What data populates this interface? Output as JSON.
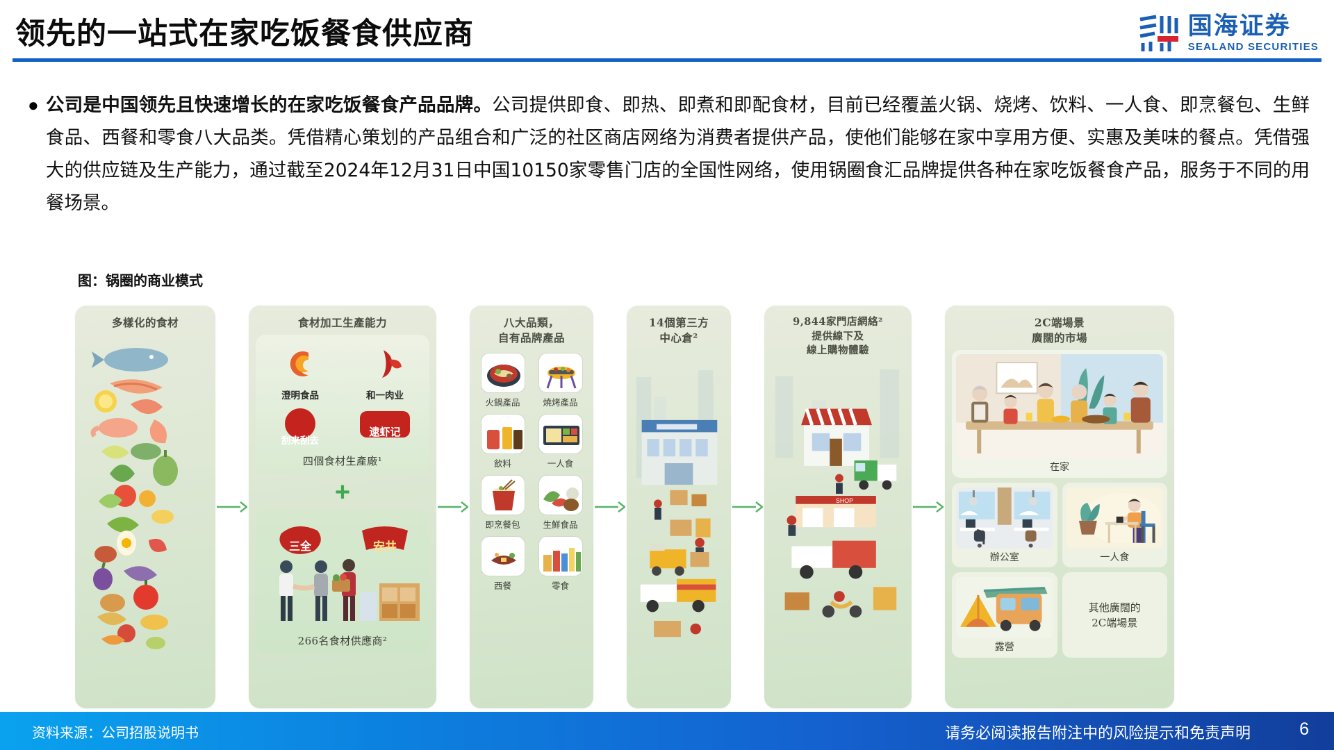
{
  "header": {
    "title": "领先的一站式在家吃饭餐食供应商",
    "logo_cn": "国海证券",
    "logo_en": "SEALAND SECURITIES",
    "rule_color": "#1160c4",
    "brand_color": "#1a5fb4"
  },
  "body": {
    "bullet_marker": "●",
    "lead": "公司是中国领先且快速增长的在家吃饭餐食产品品牌。",
    "rest": "公司提供即食、即热、即煮和即配食材，目前已经覆盖火锅、烧烤、饮料、一人食、即烹餐包、生鲜食品、西餐和零食八大品类。凭借精心策划的产品组合和广泛的社区商店网络为消费者提供产品，使他们能够在家中享用方便、实惠及美味的餐点。凭借强大的供应链及生产能力，通过截至2024年12月31日中国10150家零售门店的全国性网络，使用锅圈食汇品牌提供各种在家吃饭餐食产品，服务于不同的用餐场景。"
  },
  "figure": {
    "caption": "图：锅圈的商业模式",
    "panels": [
      {
        "id": "ingredients",
        "title": "多樣化的食材"
      },
      {
        "id": "production",
        "title": "食材加工生產能力",
        "upper_brands": [
          "澄明食品",
          "和一肉业",
          "刮来刮去",
          "逮虾记"
        ],
        "upper_label": "四個食材生產廠¹",
        "plus": "+",
        "lower_brands": [
          "三全",
          "安井"
        ],
        "lower_label": "266名食材供應商²"
      },
      {
        "id": "categories",
        "title": "八大品類，\n自有品牌產品",
        "items": [
          "火鍋產品",
          "燒烤產品",
          "飲料",
          "一人食",
          "即烹餐包",
          "生鮮食品",
          "西餐",
          "零食"
        ]
      },
      {
        "id": "warehouse",
        "title": "14個第三方\n中心倉²"
      },
      {
        "id": "stores",
        "title": "9,844家門店網絡²\n提供線下及\n線上購物體驗"
      },
      {
        "id": "scenarios",
        "title": "2C端場景\n廣闊的市場",
        "home": "在家",
        "cells": [
          "辦公室",
          "一人食",
          "露營",
          "其他廣闊的\n2C端場景"
        ]
      }
    ],
    "arrow_color": "#58b368",
    "panel_bg": "#dfe8d5"
  },
  "footer": {
    "source": "资料来源：公司招股说明书",
    "note": "请务必阅读报告附注中的风险提示和免责声明",
    "page": "6"
  }
}
